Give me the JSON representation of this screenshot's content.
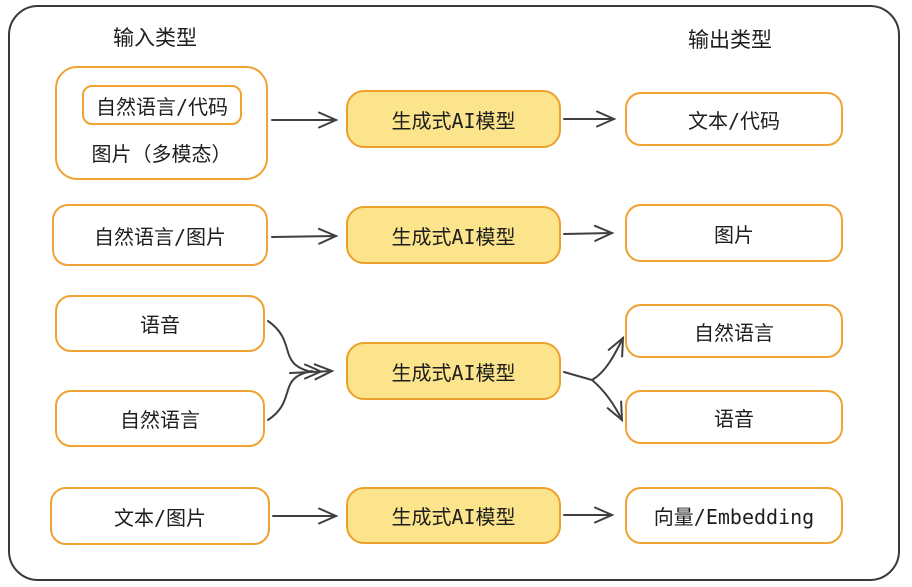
{
  "diagram": {
    "input_column_title": "输入类型",
    "output_column_title": "输出类型",
    "rows": [
      {
        "input_main": "自然语言/代码",
        "input_sub": "图片（多模态）",
        "model": "生成式AI模型",
        "output": "文本/代码"
      },
      {
        "input": "自然语言/图片",
        "model": "生成式AI模型",
        "output": "图片"
      },
      {
        "input_top": "语音",
        "input_bottom": "自然语言",
        "model": "生成式AI模型",
        "output_top": "自然语言",
        "output_bottom": "语音"
      },
      {
        "input": "文本/图片",
        "model": "生成式AI模型",
        "output": "向量/Embedding"
      }
    ],
    "colors": {
      "box_border": "#f0a232",
      "model_fill": "#fbe48b",
      "arrow": "#3f3f3f",
      "frame_border": "#3a3a3a"
    }
  }
}
